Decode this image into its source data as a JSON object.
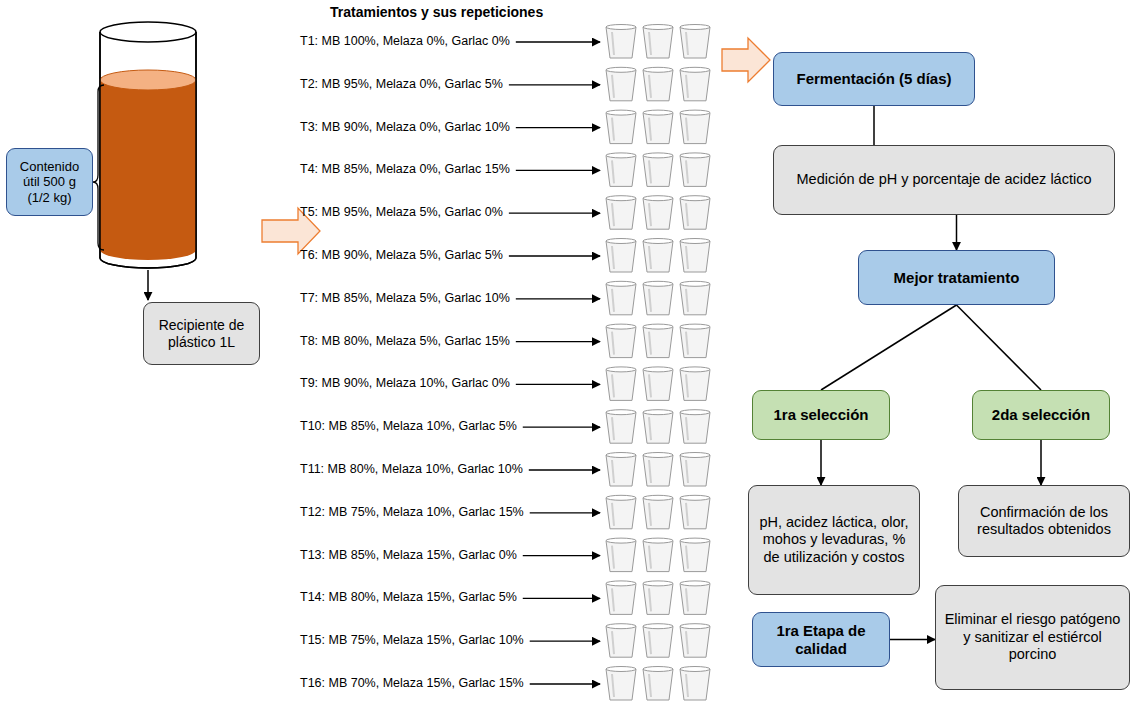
{
  "diagram": {
    "title": "Tratamientos y sus repeticiones",
    "nodes": [
      {
        "text": [
          "Contenido útil 500 g (1/2 kg)"
        ]
      },
      {
        "text": [
          "Recipiente de plástico 1L"
        ]
      },
      {
        "text": [
          "Fermentación (5 días)"
        ]
      },
      {
        "text": [
          "Medición de pH y porcentaje de acidez láctico"
        ]
      },
      {
        "text": [
          "Mejor tratamiento"
        ]
      },
      {
        "text": [
          "1ra selección"
        ]
      },
      {
        "text": [
          "2da selección"
        ]
      },
      {
        "text": [
          "pH, acidez láctica, olor, mohos y levaduras, % de utilización y costos"
        ]
      },
      {
        "text": [
          "Confirmación de los resultados obtenidos"
        ]
      },
      {
        "text": [
          "1ra Etapa de calidad"
        ]
      },
      {
        "text": [
          "Eliminar el riesgo patógeno y sanitizar el estiércol porcino"
        ]
      }
    ],
    "edges": [
      {
        "from": 2,
        "to": 3,
        "arrow": "none"
      },
      {
        "from": 3,
        "to": 4,
        "arrow": "to"
      },
      {
        "from": 4,
        "to": 5,
        "arrow": "none"
      },
      {
        "from": 4,
        "to": 6,
        "arrow": "none"
      },
      {
        "from": 5,
        "to": 7,
        "arrow": "to"
      },
      {
        "from": 6,
        "to": 8,
        "arrow": "to"
      },
      {
        "from": 9,
        "to": 10,
        "arrow": "to"
      }
    ],
    "labels": [
      "T1: MB 100%, Melaza 0%, Garlac 0%",
      "T2: MB 95%, Melaza 0%, Garlac 5%",
      "T3: MB 90%, Melaza 0%, Garlac 10%",
      "T4: MB 85%, Melaza 0%, Garlac 15%",
      "T5: MB 95%, Melaza 5%, Garlac 0%",
      "T6: MB 90%, Melaza 5%, Garlac 5%",
      "T7: MB 85%, Melaza 5%, Garlac 10%",
      "T8: MB 80%, Melaza 5%, Garlac 15%",
      "T9: MB 90%, Melaza 10%, Garlac 0%",
      "T10: MB 85%, Melaza 10%, Garlac 5%",
      "T11: MB 80%, Melaza 10%, Garlac 10%",
      "T12: MB 75%, Melaza 10%, Garlac 15%",
      "T13: MB 85%, Melaza 15%, Garlac 0%",
      "T14: MB 80%, Melaza 15%, Garlac 5%",
      "T15: MB 75%, Melaza 15%, Garlac 10%",
      "T16: MB 70%, Melaza 15%, Garlac 15%"
    ]
  }
}
